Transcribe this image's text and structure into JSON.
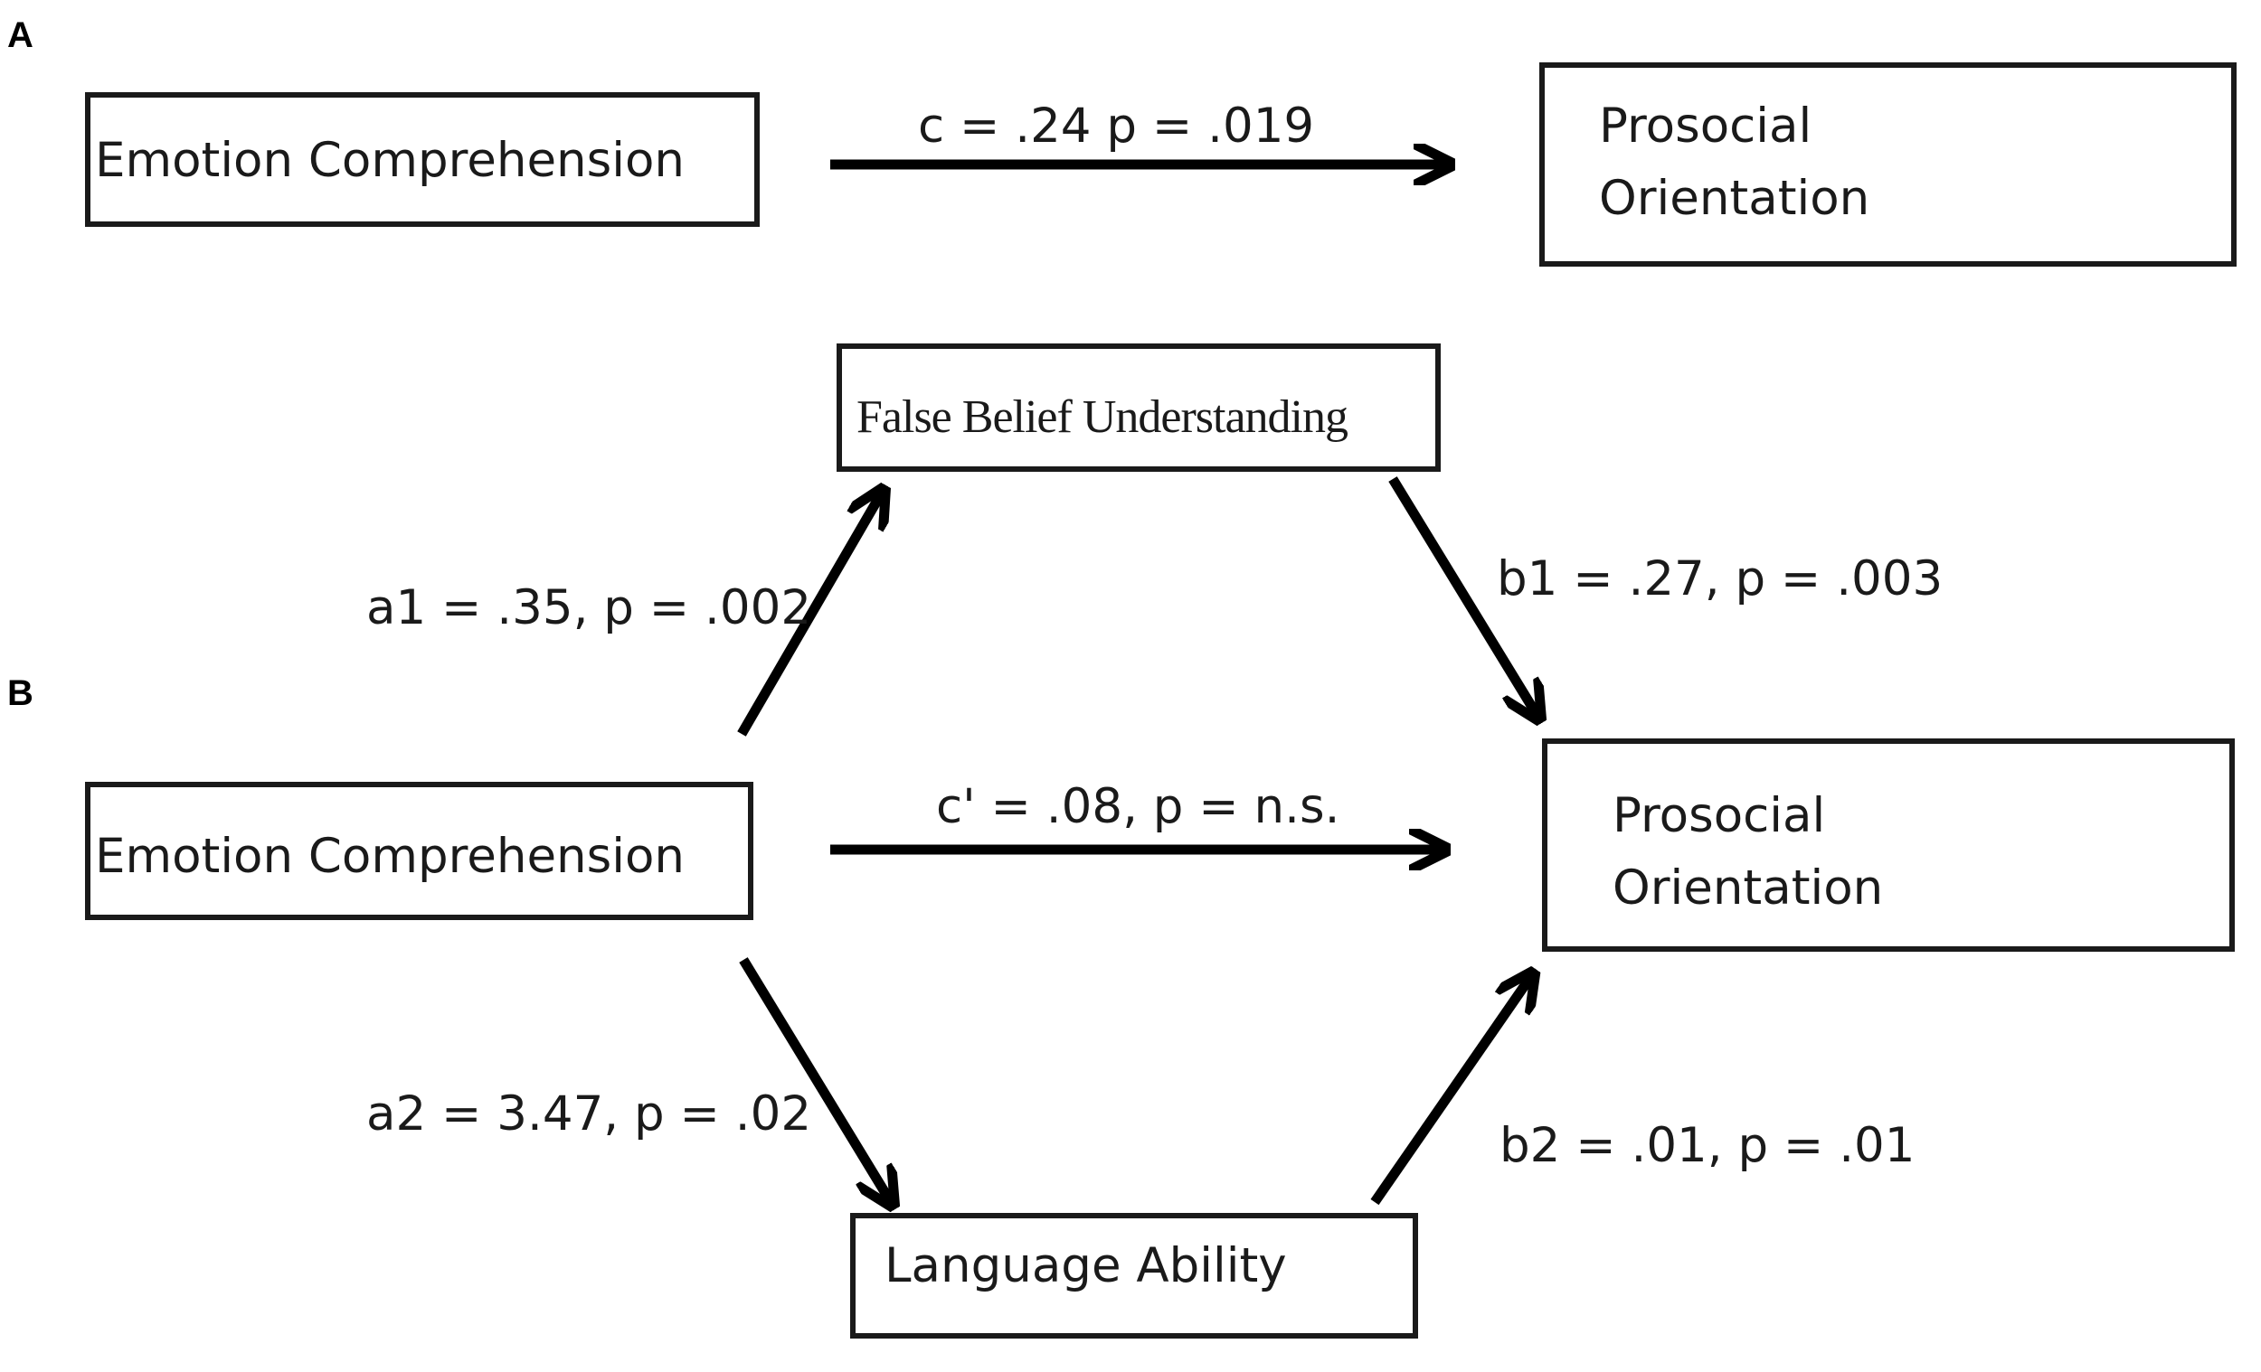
{
  "panels": {
    "a": {
      "letter": "A",
      "predictor": "Emotion Comprehension",
      "outcome": [
        "Prosocial",
        "Orientation"
      ],
      "path_c": "c = .24 p = .019"
    },
    "b": {
      "letter": "B",
      "predictor": "Emotion Comprehension",
      "mediator1": "False Belief Understanding",
      "mediator2": "Language Ability",
      "outcome": [
        "Prosocial",
        "Orientation"
      ],
      "path_a1": "a1 = .35, p = .002",
      "path_b1": "b1 = .27, p = .003",
      "path_c_prime": "c' = .08, p = n.s.",
      "path_a2": "a2 = 3.47, p = .02",
      "path_b2": "b2 = .01, p = .01"
    }
  }
}
